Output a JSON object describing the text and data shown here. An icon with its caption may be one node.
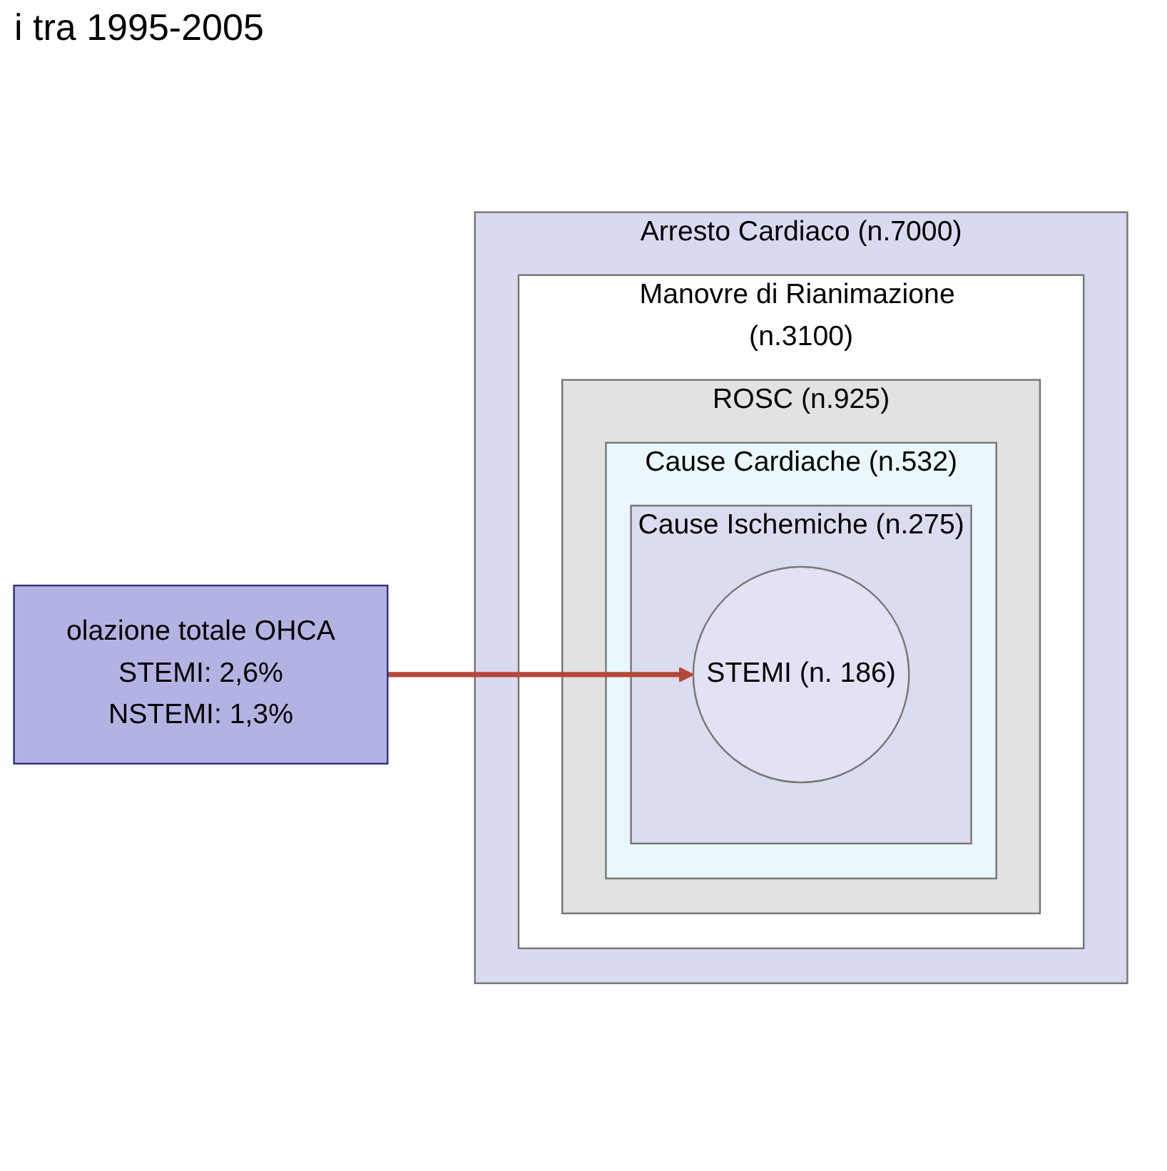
{
  "diagram": {
    "title": "i tra 1995-2005",
    "nodes": [
      {
        "text": [
          "Arresto Cardiaco (n.7000)"
        ]
      },
      {
        "text": [
          "Manovre di Rianimazione (n.3100)"
        ],
        "in": 0
      },
      {
        "text": [
          "ROSC (n.925)"
        ],
        "in": 1
      },
      {
        "text": [
          "Cause Cardiache (n.532)"
        ],
        "in": 2
      },
      {
        "text": [
          "Cause Ischemiche (n.275)"
        ],
        "in": 3
      },
      {
        "text": [
          "STEMI (n. 186)"
        ],
        "in": 4
      },
      {
        "text": [
          "olazione totale OHCA",
          "STEMI: 2,6%",
          "NSTEMI: 1,3%"
        ]
      }
    ],
    "edges": [
      {
        "from": 6,
        "to": 5,
        "arrow": "to",
        "color": "#b5473a"
      }
    ]
  }
}
